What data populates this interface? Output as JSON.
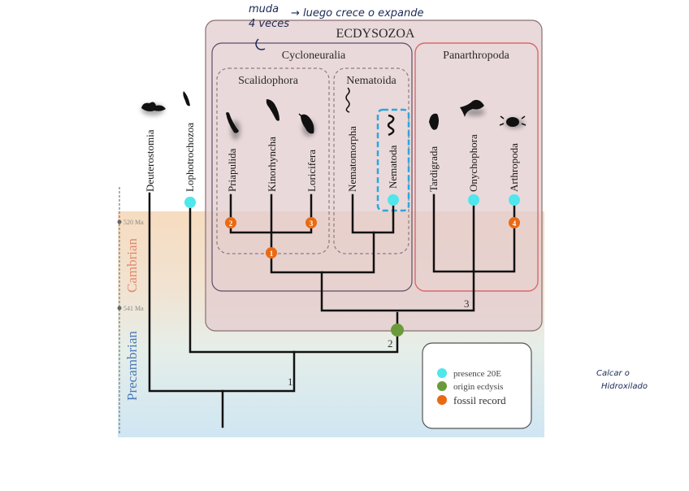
{
  "handwritten_notes": {
    "line1": "muda",
    "line2": "4 veces",
    "arrow_note": "→ luego crece o expande",
    "side_note_line1": "Calcar o",
    "side_note_line2": "Hidroxilado"
  },
  "clades": {
    "ecdysozoa": "ECDYSOZOA",
    "cycloneuralia": "Cycloneuralia",
    "scalidophora": "Scalidophora",
    "nematoida": "Nematoida",
    "panarthropoda": "Panarthropoda"
  },
  "taxa": [
    {
      "name": "Deuterostomia",
      "marker": "none"
    },
    {
      "name": "Lophotrochozoa",
      "marker": "presence 20E"
    },
    {
      "name": "Priapulida",
      "marker": "fossil record",
      "fossil_number": "2"
    },
    {
      "name": "Kinorhyncha",
      "marker": "none"
    },
    {
      "name": "Loricifera",
      "marker": "fossil record",
      "fossil_number": "3"
    },
    {
      "name": "Nematomorpha",
      "marker": "none"
    },
    {
      "name": "Nematoda",
      "marker": "presence 20E",
      "highlighted": true
    },
    {
      "name": "Tardigrada",
      "marker": "none"
    },
    {
      "name": "Onychophora",
      "marker": "presence 20E"
    },
    {
      "name": "Arthropoda",
      "marker": "presence 20E",
      "fossil_number": "4"
    }
  ],
  "node_labels": {
    "node1_fossil": "1",
    "node_bilateria": "1",
    "node_ecdysozoa": "2",
    "node_panarthropoda": "3"
  },
  "timescale": {
    "tick_520": "520 Ma",
    "tick_541": "541 Ma",
    "period_cambrian": "Cambrian",
    "period_precambrian": "Precambrian"
  },
  "legend": {
    "items": [
      {
        "label": "presence 20E",
        "color": "#4fe6ec"
      },
      {
        "label": "origin ecdysis",
        "color": "#6a9a3a"
      },
      {
        "label": "fossil record",
        "color": "#e96a14"
      }
    ]
  },
  "colors": {
    "cambrian_text": "#e2896a",
    "precambrian_text": "#4a78b8",
    "ecdysozoa_fill": "#e3cccf",
    "panarthropoda_border": "#d86a6a",
    "highlight_box": "#2aa8dc",
    "branch": "#111111"
  }
}
